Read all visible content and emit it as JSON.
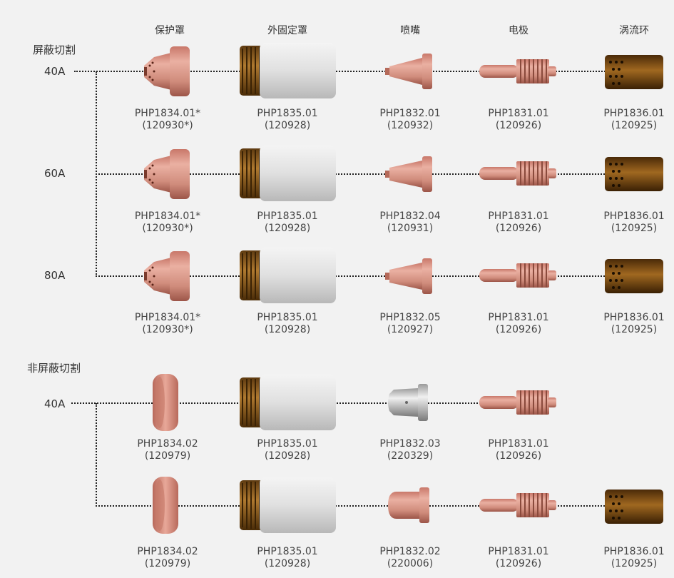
{
  "columns": [
    "保护罩",
    "外固定罩",
    "喷嘴",
    "电极",
    "涡流环"
  ],
  "sections": [
    {
      "title": "屏蔽切割",
      "rows": [
        {
          "amp": "40A",
          "parts": [
            {
              "pn": "PHP1834.01*",
              "code": "(120930*)"
            },
            {
              "pn": "PHP1835.01",
              "code": "(120928)"
            },
            {
              "pn": "PHP1832.01",
              "code": "(120932)"
            },
            {
              "pn": "PHP1831.01",
              "code": "(120926)"
            },
            {
              "pn": "PHP1836.01",
              "code": "(120925)"
            }
          ]
        },
        {
          "amp": "60A",
          "parts": [
            {
              "pn": "PHP1834.01*",
              "code": "(120930*)"
            },
            {
              "pn": "PHP1835.01",
              "code": "(120928)"
            },
            {
              "pn": "PHP1832.04",
              "code": "(120931)"
            },
            {
              "pn": "PHP1831.01",
              "code": "(120926)"
            },
            {
              "pn": "PHP1836.01",
              "code": "(120925)"
            }
          ]
        },
        {
          "amp": "80A",
          "parts": [
            {
              "pn": "PHP1834.01*",
              "code": "(120930*)"
            },
            {
              "pn": "PHP1835.01",
              "code": "(120928)"
            },
            {
              "pn": "PHP1832.05",
              "code": "(120927)"
            },
            {
              "pn": "PHP1831.01",
              "code": "(120926)"
            },
            {
              "pn": "PHP1836.01",
              "code": "(120925)"
            }
          ]
        }
      ]
    },
    {
      "title": "非屏蔽切割",
      "rows": [
        {
          "amp": "40A",
          "parts": [
            {
              "pn": "PHP1834.02",
              "code": "(120979)"
            },
            {
              "pn": "PHP1835.01",
              "code": "(120928)"
            },
            {
              "pn": "PHP1832.03",
              "code": "(220329)"
            },
            {
              "pn": "PHP1831.01",
              "code": "(120926)"
            }
          ]
        },
        {
          "amp": "",
          "parts": [
            {
              "pn": "PHP1834.02",
              "code": "(120979)"
            },
            {
              "pn": "PHP1835.01",
              "code": "(120928)"
            },
            {
              "pn": "PHP1832.02",
              "code": "(220006)"
            },
            {
              "pn": "PHP1831.01",
              "code": "(120926)"
            },
            {
              "pn": "PHP1836.01",
              "code": "(120925)"
            }
          ]
        }
      ]
    }
  ],
  "colors": {
    "copper": "#d98e7e",
    "copper_dark": "#a85a4c",
    "brass": "#8a5a1e",
    "silver": "#d8d8d8",
    "line": "#222222"
  }
}
